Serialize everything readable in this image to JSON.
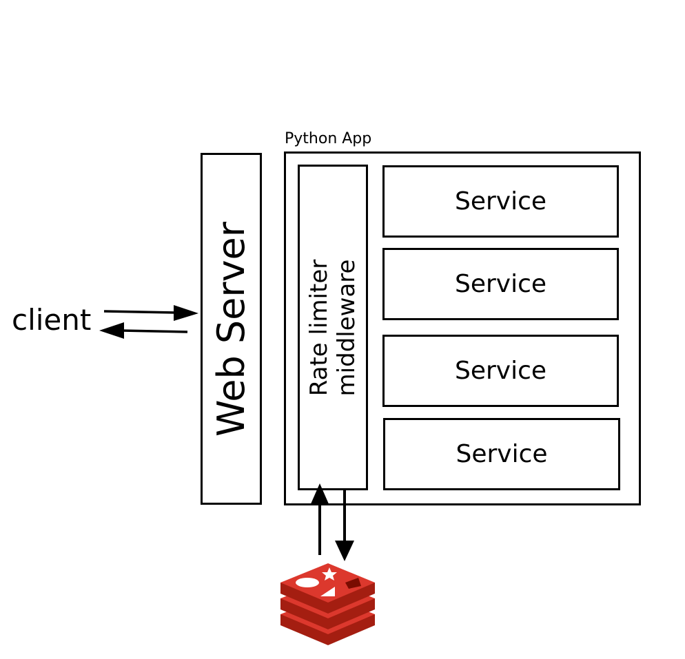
{
  "client": {
    "label": "client"
  },
  "web_server": {
    "label": "Web Server"
  },
  "python_app": {
    "title": "Python App",
    "middleware": {
      "line1": "Rate limiter",
      "line2": "middleware"
    },
    "services": [
      "Service",
      "Service",
      "Service",
      "Service"
    ]
  },
  "colors": {
    "stroke": "#000000",
    "redis_light": "#DC382D",
    "redis_dark": "#A41E11",
    "redis_shadow": "#7A0C00"
  },
  "icons": {
    "datastore": "redis-logo-icon"
  }
}
